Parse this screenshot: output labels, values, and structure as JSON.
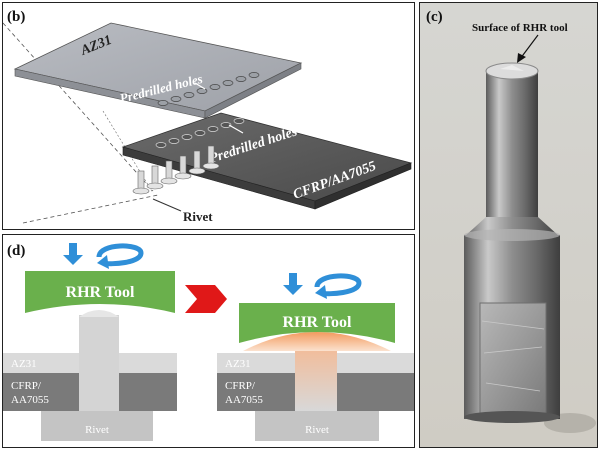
{
  "panel_b": {
    "label": "(b)",
    "plate_top_label": "AZ31",
    "holes_top_label": "Predrilled holes",
    "holes_bottom_label": "Predrilled holes",
    "plate_bottom_label": "CFRP/AA7055",
    "rivet_label": "Rivet"
  },
  "panel_c": {
    "label": "(c)",
    "annotation": "Surface of RHR tool"
  },
  "panel_d": {
    "label": "(d)",
    "tool_label_left": "RHR Tool",
    "tool_label_right": "RHR Tool",
    "az31_left": "AZ31",
    "az31_right": "AZ31",
    "cfrp_left_line1": "CFRP/",
    "cfrp_left_line2": "AA7055",
    "cfrp_right_line1": "CFRP/",
    "cfrp_right_line2": "AA7055",
    "rivet_left": "Rivet",
    "rivet_right": "Rivet"
  },
  "colors": {
    "tool_green": "#6ab04c",
    "arrow_blue": "#2f8fd8",
    "arrow_red": "#e01818",
    "heat_orange": "#f0a070",
    "az31_gray": "#d9d9d9",
    "cfrp_gray": "#7a7a7a",
    "rivet_gray": "#c4c4c4"
  },
  "icons": [
    "down-arrow-icon",
    "rotation-arrow-icon",
    "next-step-arrow-icon"
  ]
}
